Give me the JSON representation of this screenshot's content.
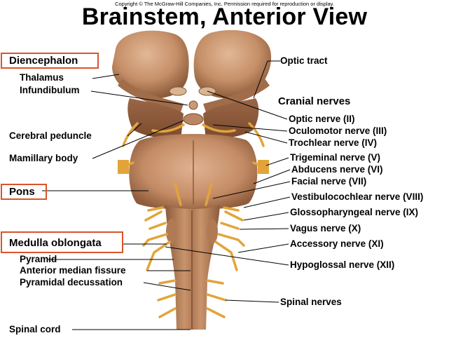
{
  "copyright": "Copyright © The McGraw-Hill Companies, Inc. Permission required for reproduction or display.",
  "title": "Brainstem, Anterior View",
  "boxed_labels": {
    "diencephalon": "Diencephalon",
    "pons": "Pons",
    "medulla": "Medulla oblongata"
  },
  "left_labels": {
    "thalamus": "Thalamus",
    "infundibulum": "Infundibulum",
    "cerebral_peduncle": "Cerebral peduncle",
    "mamillary_body": "Mamillary body",
    "pyramid": "Pyramid",
    "anterior_median_fissure": "Anterior median fissure",
    "pyramidal_decussation": "Pyramidal decussation",
    "spinal_cord": "Spinal cord"
  },
  "right_labels": {
    "optic_tract": "Optic tract",
    "cranial_nerves_heading": "Cranial nerves",
    "optic_nerve": "Optic nerve (II)",
    "oculomotor_nerve": "Oculomotor nerve (III)",
    "trochlear_nerve": "Trochlear nerve (IV)",
    "trigeminal_nerve": "Trigeminal nerve (V)",
    "abducens_nerve": "Abducens nerve (VI)",
    "facial_nerve": "Facial nerve (VII)",
    "vestibulocochlear_nerve": "Vestibulocochlear nerve (VIII)",
    "glossopharyngeal_nerve": "Glossopharyngeal nerve (IX)",
    "vagus_nerve": "Vagus nerve (X)",
    "accessory_nerve": "Accessory nerve (XI)",
    "hypoglossal_nerve": "Hypoglossal nerve (XII)",
    "spinal_nerves": "Spinal nerves"
  },
  "colors": {
    "highlight_box": "#d9542b",
    "tissue": "#c89775",
    "tissue_dark": "#8a5a3c",
    "nerve": "#e2a43a"
  }
}
